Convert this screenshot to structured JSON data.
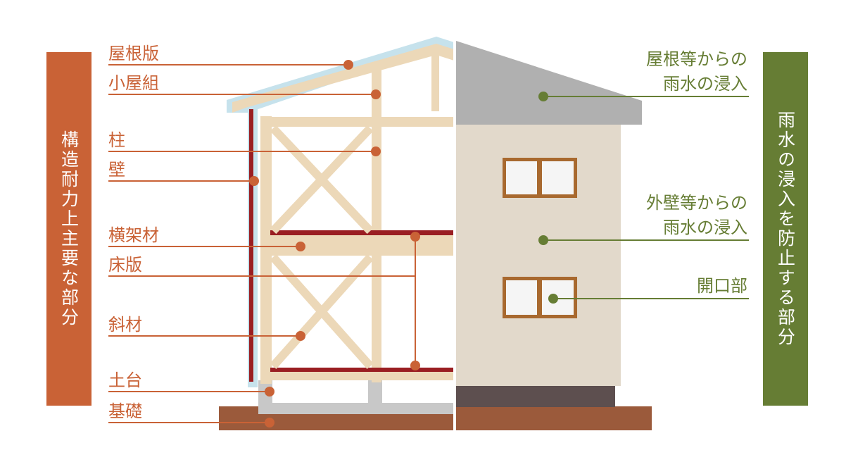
{
  "left_panel": {
    "title": "構造耐力上主要な部分",
    "color": "#c96236"
  },
  "right_panel": {
    "title": "雨水の浸入を防止する部分",
    "color": "#667d34"
  },
  "structure_labels": [
    "屋根版",
    "小屋組",
    "柱",
    "壁",
    "横架材",
    "床版",
    "斜材",
    "土台",
    "基礎"
  ],
  "water_labels": {
    "roof": [
      "屋根等からの",
      "雨水の浸入"
    ],
    "wall": [
      "外壁等からの",
      "雨水の浸入"
    ],
    "opening": "開口部"
  },
  "colors": {
    "wood": "#ecd8b8",
    "roof_edge": "#c6e2ec",
    "beam_red": "#9a1e22",
    "ground": "#9b5a3b",
    "exterior_wall": "#e2d9cb",
    "roof_gray": "#b0b0b0",
    "base_dark": "#5d4f4f",
    "foundation_gray": "#c8c8c8",
    "window_frame": "#a8692f"
  }
}
